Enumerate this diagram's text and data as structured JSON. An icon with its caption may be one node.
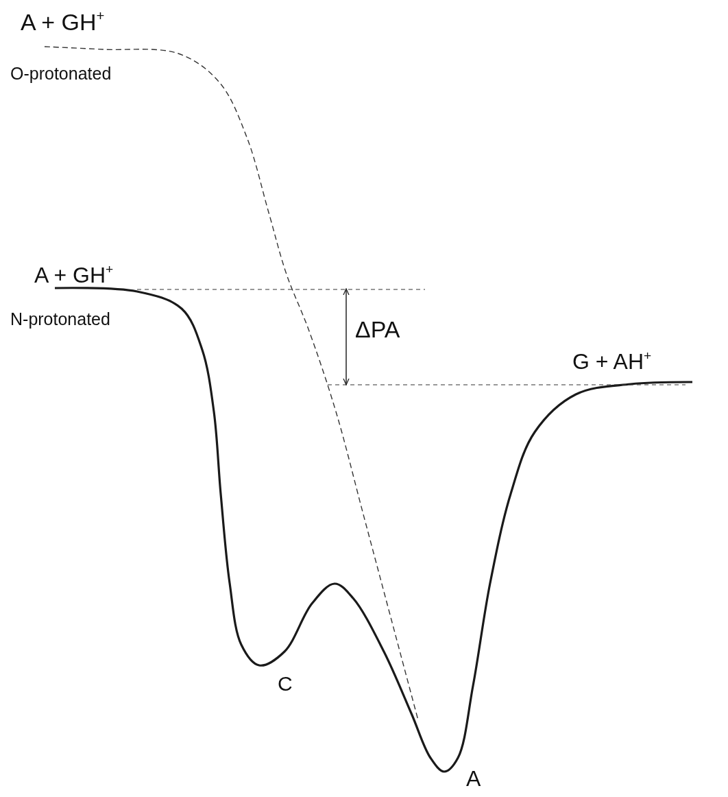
{
  "diagram": {
    "labels": [
      "A + GH$^{+}$",
      "O-protonated",
      "A + GH$^{+}$",
      "N-protonated",
      "ΔPA",
      "G + AH$^{+}$",
      "C",
      "A"
    ]
  }
}
